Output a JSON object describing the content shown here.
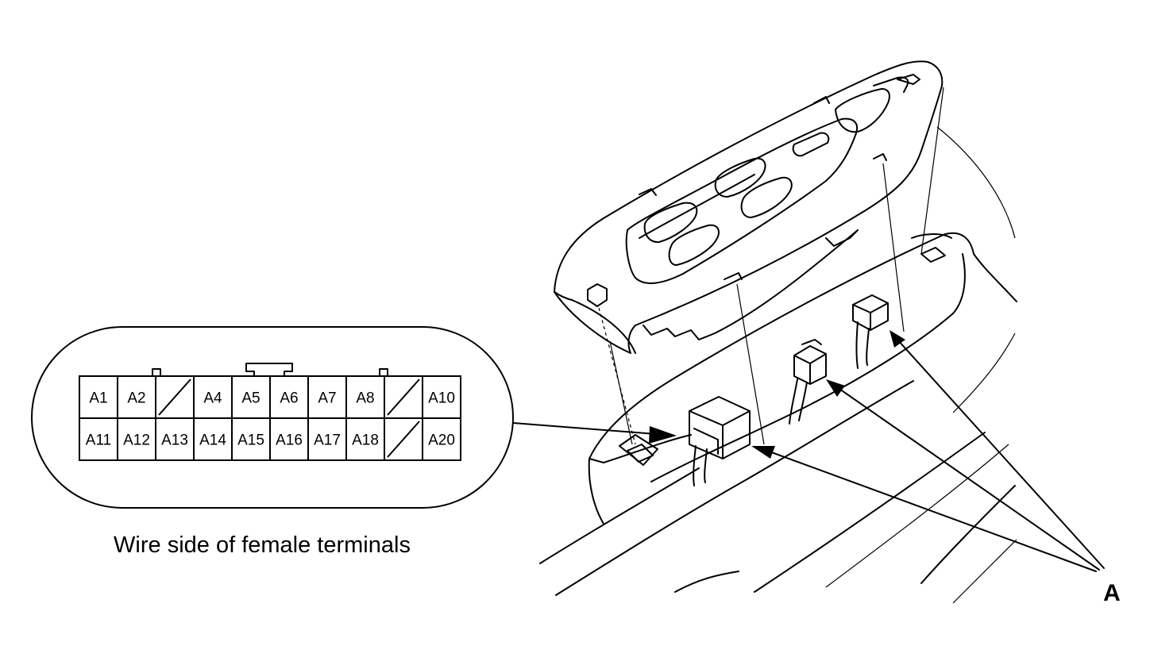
{
  "connector": {
    "row1": [
      {
        "label": "A1",
        "blank": false
      },
      {
        "label": "A2",
        "blank": false
      },
      {
        "label": "",
        "blank": true
      },
      {
        "label": "A4",
        "blank": false
      },
      {
        "label": "A5",
        "blank": false
      },
      {
        "label": "A6",
        "blank": false
      },
      {
        "label": "A7",
        "blank": false
      },
      {
        "label": "A8",
        "blank": false
      },
      {
        "label": "",
        "blank": true
      },
      {
        "label": "A10",
        "blank": false
      }
    ],
    "row2": [
      {
        "label": "A11",
        "blank": false
      },
      {
        "label": "A12",
        "blank": false
      },
      {
        "label": "A13",
        "blank": false
      },
      {
        "label": "A14",
        "blank": false
      },
      {
        "label": "A15",
        "blank": false
      },
      {
        "label": "A16",
        "blank": false
      },
      {
        "label": "A17",
        "blank": false
      },
      {
        "label": "A18",
        "blank": false
      },
      {
        "label": "",
        "blank": true
      },
      {
        "label": "A20",
        "blank": false
      }
    ]
  },
  "caption": "Wire side of female terminals",
  "callout_label": "A"
}
